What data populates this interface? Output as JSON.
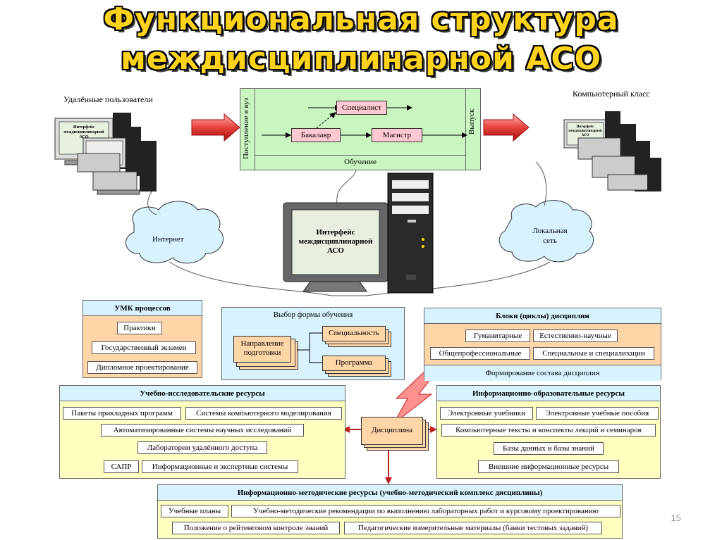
{
  "title": {
    "line1": "Функциональная структура",
    "line2": "междисциплинарной АСО"
  },
  "top": {
    "remote_users": "Удалённые пользователи",
    "computer_class": "Компьютерный класс",
    "admission": "Поступление в вуз",
    "graduation": "Выпуск",
    "education": "Обучение",
    "specialist": "Специалист",
    "bachelor": "Бакалавр",
    "master": "Магистр",
    "internet": "Интернет",
    "local_net_1": "Локальная",
    "local_net_2": "сеть",
    "interface_1": "Интерфейс",
    "interface_2": "междисциплинарной",
    "interface_3": "АСО",
    "mini_screen_1": "Интерфейс",
    "mini_screen_2": "междисциплинарной",
    "mini_screen_3": "АСО"
  },
  "umk": {
    "header": "УМК процессов",
    "items": [
      "Практики",
      "Государственный экзамен",
      "Дипломное проектирование"
    ]
  },
  "form": {
    "header": "Выбор формы обучения",
    "direction_1": "Направление",
    "direction_2": "подготовки",
    "specialty": "Специальность",
    "program": "Программа"
  },
  "blocks": {
    "header": "Блоки (циклы) дисциплин",
    "row1": [
      "Гуманитарные",
      "Естественно-научные"
    ],
    "row2": [
      "Общепрофессиональные",
      "Специальные и специализации"
    ],
    "footer": "Формирование состава дисциплин"
  },
  "research": {
    "header": "Учебно-исследовательские ресурсы",
    "row1": [
      "Пакеты прикладных программ",
      "Системы компьютерного моделирования"
    ],
    "row2": "Автоматизированные системы научных исследований",
    "row3": "Лаборатории удалённого доступа",
    "row4": [
      "САПР",
      "Информационные и экспертные системы"
    ]
  },
  "discipline": "Дисциплина",
  "infoedu": {
    "header": "Информационно-образовательные ресурсы",
    "row1": [
      "Электронные учебники",
      "Электронные учебные пособия"
    ],
    "row2": "Компьютерные тексты и конспекты лекций и семинаров",
    "row3": "Базы данных и базы знаний",
    "row4": "Внешние информационные ресурсы"
  },
  "method": {
    "header": "Информационно-методические ресурсы (учебно-методический комплекс дисциплины)",
    "row1": [
      "Учебные планы",
      "Учебно-методические рекомендации по выполнению лабораторных работ и курсовому проектированию"
    ],
    "row2": [
      "Положение о рейтинговом контроле знаний",
      "Педагогические измерительные материалы (банки тестовых заданий)"
    ]
  },
  "slide_number": "15",
  "colors": {
    "title_yellow": "#ffd21c",
    "green_panel": "#c8f5c0",
    "pink_box": "#ffc8d2",
    "cyan_panel": "#d8f2ff",
    "peach_panel": "#ffd6a8",
    "yellow_panel": "#ffffc0",
    "arrow_red": "#e8433d"
  }
}
